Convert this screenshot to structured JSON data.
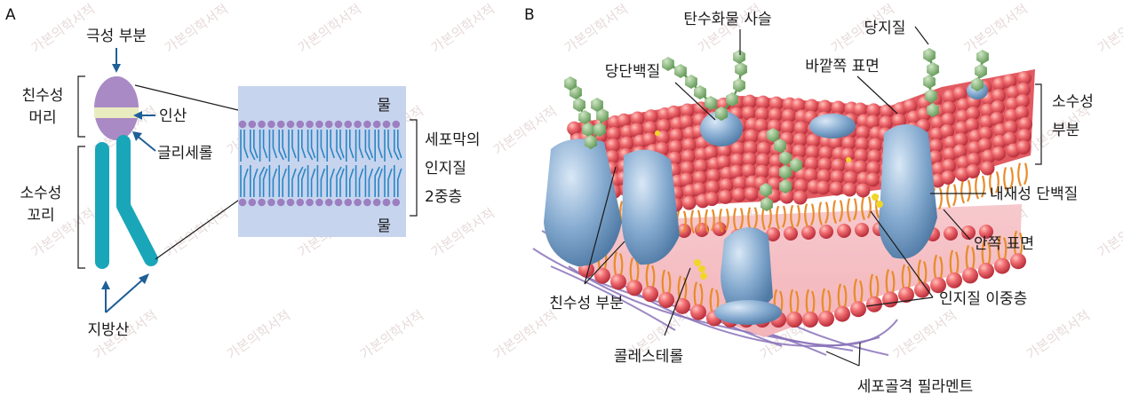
{
  "panels": {
    "a": "A",
    "b": "B"
  },
  "panel_a": {
    "polar_head_label": "극성 부분",
    "hydrophilic_head_label_1": "친수성",
    "hydrophilic_head_label_2": "머리",
    "phosphate_label": "인산",
    "glycerol_label": "글리세롤",
    "hydrophobic_tail_label_1": "소수성",
    "hydrophobic_tail_label_2": "꼬리",
    "fatty_acid_label": "지방산",
    "water_top": "물",
    "water_bottom": "물",
    "bilayer_label_1": "세포막의",
    "bilayer_label_2": "인지질",
    "bilayer_label_3": "2중층"
  },
  "panel_b": {
    "carbohydrate_chain": "탄수화물 사슬",
    "glycolipid": "당지질",
    "glycoprotein": "당단백질",
    "outer_surface": "바깥쪽 표면",
    "hydrophobic_region_1": "소수성",
    "hydrophobic_region_2": "부분",
    "integral_protein": "내재성 단백질",
    "inner_surface": "안쪽 표면",
    "phospholipid_bilayer": "인지질 이중층",
    "hydrophilic_region": "친수성 부분",
    "cholesterol": "콜레스테롤",
    "cytoskeleton": "세포골격 필라멘트"
  },
  "watermark": "가본의학서적",
  "colors": {
    "head_purple": "#a98ac4",
    "glycerol_yellow": "#e9ecbf",
    "tail_teal": "#1aa6b9",
    "bilayer_bg": "#c7d4ee",
    "head_dot": "#9c7fc0",
    "tail_line": "#2a86c5",
    "lipid_head_red": "#e8505a",
    "protein_blue": "#7fa6cc",
    "sugar_green": "#87b57a",
    "tail_orange": "#e88c2a",
    "cytoskeleton_purple": "#8a72b8",
    "arrow_blue": "#1f5f97"
  }
}
